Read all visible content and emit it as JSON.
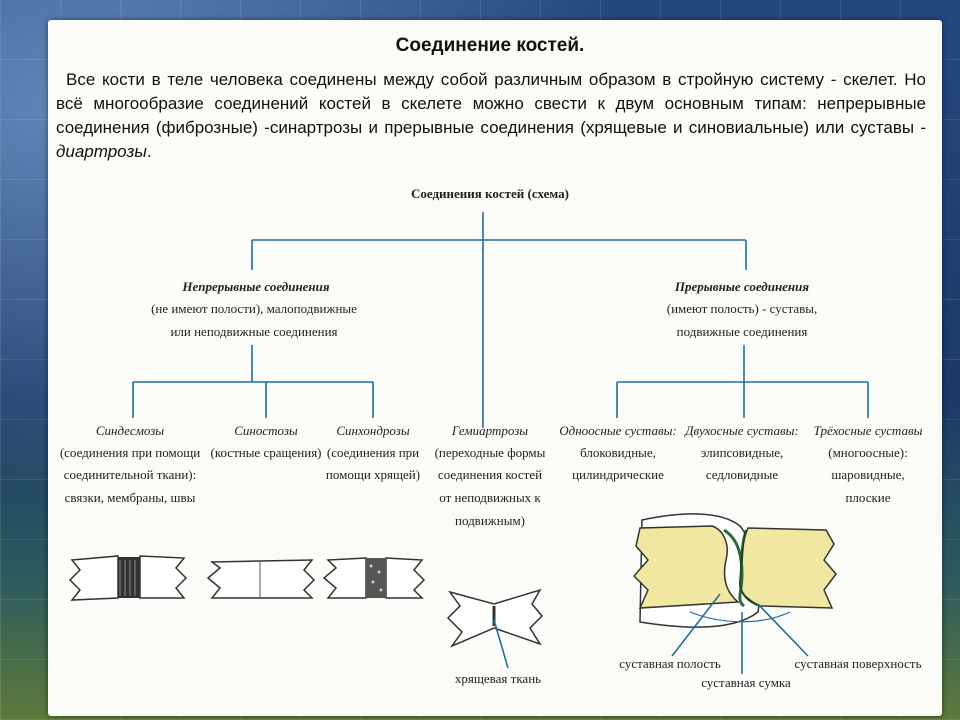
{
  "title": "Соединение костей.",
  "intro": {
    "text": "Все кости в теле человека соединены между собой различным образом в стройную систему - скелет. Но всё многообразие соединений костей в скелете можно свести к двум основным типам: непрерывные соединения (фиброзные) -синартрозы и прерывные соединения (хрящевые и синовиальные) или суставы - ",
    "term": "диартрозы",
    "end": "."
  },
  "scheme": {
    "title": "Соединения костей (схема)",
    "left": {
      "name": "Непрерывные соединения",
      "desc1": "(не имеют полости), малоподвижные",
      "desc2": "или неподвижные соединения"
    },
    "right": {
      "name": "Прерывные соединения",
      "desc1": "(имеют полость) - суставы,",
      "desc2": "подвижные соединения"
    },
    "sindesmozy": {
      "name": "Синдесмозы",
      "l1": "(соединения при помощи",
      "l2": "соединительной ткани):",
      "l3": "связки, мембраны, швы"
    },
    "sinostozy": {
      "name": "Синостозы",
      "l1": "(костные сращения)"
    },
    "sinhondrozy": {
      "name": "Синхондрозы",
      "l1": "(соединения при",
      "l2": "помощи хрящей)"
    },
    "gemiartrozy": {
      "name": "Гемиартрозы",
      "l1": "(переходные формы",
      "l2": "соединения костей",
      "l3": "от неподвижных к",
      "l4": "подвижным)"
    },
    "uniaxial": {
      "name": "Одноосные суставы:",
      "l1": "блоковидные,",
      "l2": "цилиндрические"
    },
    "biaxial": {
      "name": "Двухосные суставы:",
      "l1": "элипсовидные,",
      "l2": "седловидные"
    },
    "triaxial": {
      "name": "Трёхосные суставы",
      "l1": "(многоосные):",
      "l2": "шаровидные,",
      "l3": "плоские"
    },
    "labels": {
      "cartilage": "хрящевая ткань",
      "cavity": "суставная полость",
      "capsule": "суставная сумка",
      "surface": "суставная поверхность"
    }
  },
  "colors": {
    "connector": "#1f6f9a",
    "bone_yellow": "#f0e7a0"
  }
}
